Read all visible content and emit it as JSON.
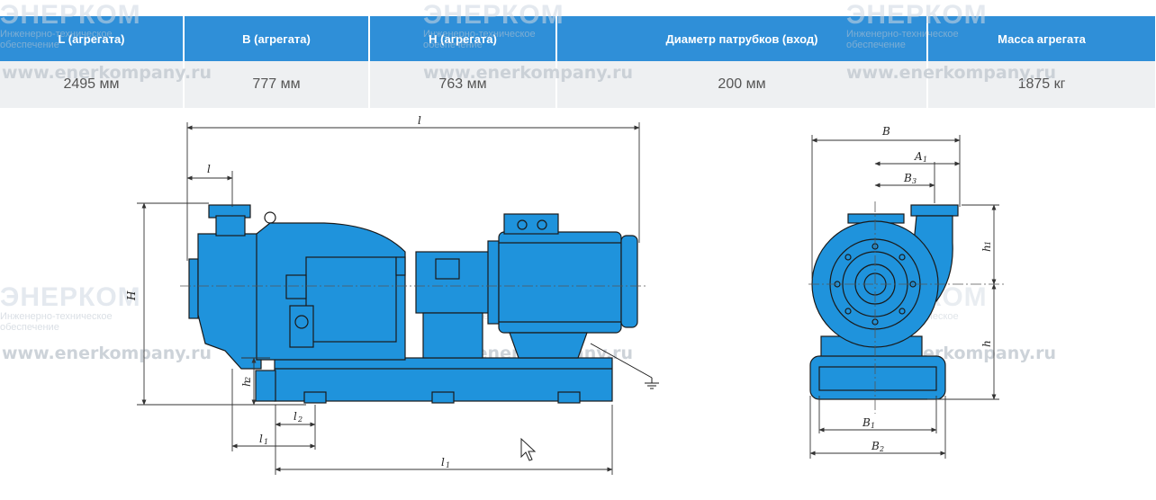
{
  "table": {
    "headers": [
      "L (агрегата)",
      "B (агрегата)",
      "H (агрегата)",
      "Диаметр патрубков (вход)",
      "Масса агрегата"
    ],
    "values": [
      "2495 мм",
      "777 мм",
      "763 мм",
      "200 мм",
      "1875 кг"
    ]
  },
  "watermark": {
    "logo": "ЭНЕРКОМ",
    "tagline_1": "Инженерно-техническое",
    "tagline_2": "обеспечение",
    "url": "www.enerkompany.ru"
  },
  "drawing": {
    "side": {
      "l_overall": "l",
      "l_flange": "l",
      "H": "H",
      "h2": "h",
      "h2_sub": "2",
      "l2": "l",
      "l2_sub": "2",
      "l1a": "l",
      "l1a_sub": "1",
      "l1b": "l",
      "l1b_sub": "1"
    },
    "front": {
      "B": "B",
      "A1": "A",
      "A1_sub": "1",
      "B3": "B",
      "B3_sub": "3",
      "h1": "h",
      "h1_sub": "1",
      "h": "h",
      "B1": "B",
      "B1_sub": "1",
      "B2": "B",
      "B2_sub": "2"
    },
    "colors": {
      "body": "#1f93dc",
      "outline": "#1a1a1a",
      "dim": "#333333"
    }
  }
}
